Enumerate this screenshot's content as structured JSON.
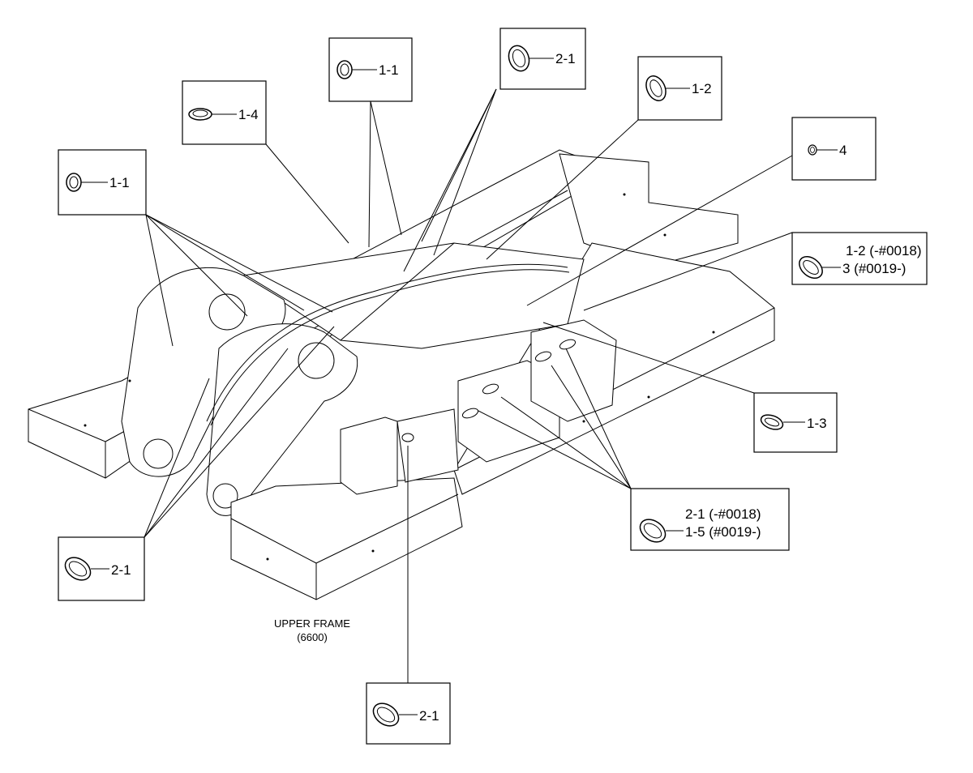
{
  "caption": {
    "line1": "UPPER FRAME",
    "line2": "(6600)"
  },
  "callouts": {
    "c_1_1_top": "1-1",
    "c_2_1_top": "2-1",
    "c_1_2_top": "1-2",
    "c_1_4": "1-4",
    "c_4": "4",
    "c_1_1_left": "1-1",
    "c_right_a": "1-2 (-#0018)",
    "c_right_b": "3 (#0019-)",
    "c_1_3": "1-3",
    "c_mid_a": "2-1 (-#0018)",
    "c_mid_b": "1-5 (#0019-)",
    "c_2_1_left": "2-1",
    "c_2_1_bottom": "2-1"
  },
  "icons": {
    "round_grommet": "round-grommet-icon",
    "oval_grommet": "oval-grommet-icon",
    "small_plug": "small-plug-icon",
    "slot_grommet": "slot-grommet-icon"
  }
}
